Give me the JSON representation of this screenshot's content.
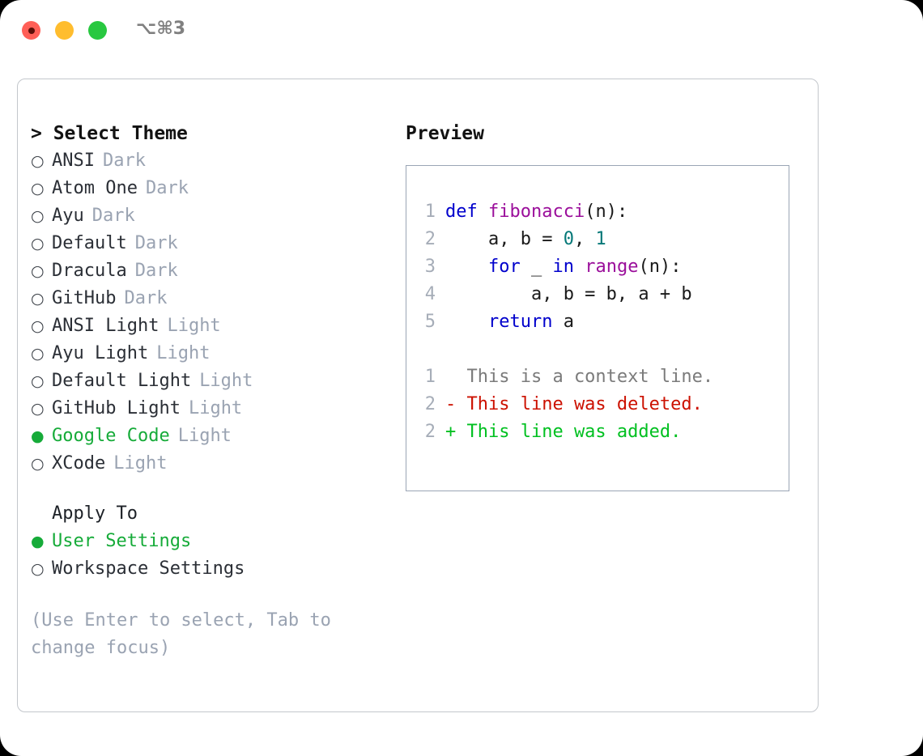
{
  "window": {
    "traffic_lights": [
      {
        "name": "close",
        "color": "#ff5f57"
      },
      {
        "name": "minimize",
        "color": "#ffbd2e"
      },
      {
        "name": "zoom",
        "color": "#28c840"
      }
    ],
    "shortcut": "⌥⌘3"
  },
  "theme_picker": {
    "title": "> Select Theme",
    "selected_theme": "Google Code",
    "markers": {
      "unselected": "○",
      "selected": "●"
    },
    "accent_color": "#16ab39",
    "items": [
      {
        "name": "ANSI",
        "category": "Dark",
        "selected": false
      },
      {
        "name": "Atom One",
        "category": "Dark",
        "selected": false
      },
      {
        "name": "Ayu",
        "category": "Dark",
        "selected": false
      },
      {
        "name": "Default",
        "category": "Dark",
        "selected": false
      },
      {
        "name": "Dracula",
        "category": "Dark",
        "selected": false
      },
      {
        "name": "GitHub",
        "category": "Dark",
        "selected": false
      },
      {
        "name": "ANSI Light",
        "category": "Light",
        "selected": false
      },
      {
        "name": "Ayu Light",
        "category": "Light",
        "selected": false
      },
      {
        "name": "Default Light",
        "category": "Light",
        "selected": false
      },
      {
        "name": "GitHub Light",
        "category": "Light",
        "selected": false
      },
      {
        "name": "Google Code",
        "category": "Light",
        "selected": true
      },
      {
        "name": "XCode",
        "category": "Light",
        "selected": false
      }
    ]
  },
  "apply_to": {
    "title": "Apply To",
    "selected_scope": "User Settings",
    "items": [
      {
        "name": "User Settings",
        "selected": true
      },
      {
        "name": "Workspace Settings",
        "selected": false
      }
    ]
  },
  "hint": "(Use Enter to select, Tab to change focus)",
  "preview": {
    "title": "Preview",
    "code_lines": [
      {
        "lineno": "1",
        "tokens": [
          {
            "text": "def ",
            "type": "kw"
          },
          {
            "text": "fibonacci",
            "type": "fn"
          },
          {
            "text": "(n):",
            "type": "pln"
          }
        ]
      },
      {
        "lineno": "2",
        "tokens": [
          {
            "text": "    a, b = ",
            "type": "pln"
          },
          {
            "text": "0",
            "type": "num"
          },
          {
            "text": ", ",
            "type": "pln"
          },
          {
            "text": "1",
            "type": "num"
          }
        ]
      },
      {
        "lineno": "3",
        "tokens": [
          {
            "text": "    ",
            "type": "pln"
          },
          {
            "text": "for",
            "type": "kw"
          },
          {
            "text": " _ ",
            "type": "pln"
          },
          {
            "text": "in",
            "type": "kw"
          },
          {
            "text": " ",
            "type": "pln"
          },
          {
            "text": "range",
            "type": "fn"
          },
          {
            "text": "(n):",
            "type": "pln"
          }
        ]
      },
      {
        "lineno": "4",
        "tokens": [
          {
            "text": "        a, b = b, a + b",
            "type": "pln"
          }
        ]
      },
      {
        "lineno": "5",
        "tokens": [
          {
            "text": "    ",
            "type": "pln"
          },
          {
            "text": "return",
            "type": "kw"
          },
          {
            "text": " a",
            "type": "pln"
          }
        ]
      }
    ],
    "diff_lines": [
      {
        "lineno": "1",
        "text": "  This is a context line.",
        "type": "ctx"
      },
      {
        "lineno": "2",
        "text": "- This line was deleted.",
        "type": "del"
      },
      {
        "lineno": "2",
        "text": "+ This line was added.",
        "type": "add"
      }
    ],
    "syntax_colors": {
      "keyword": "#0000cc",
      "function": "#9b0f9b",
      "number": "#047878",
      "plain": "#1a1a1a",
      "lineno": "#a6adb8",
      "diff_context": "#7b7b7b",
      "diff_deleted": "#cc1100",
      "diff_added": "#00c020"
    }
  }
}
